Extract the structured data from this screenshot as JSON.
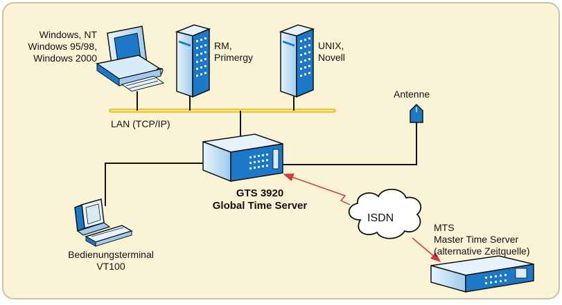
{
  "labels": {
    "windows": [
      "Windows, NT",
      "Windows 95/98,",
      "Windows 2000"
    ],
    "rm": [
      "RM,",
      "Primergy"
    ],
    "unix": [
      "UNIX,",
      "Novell"
    ],
    "antenne": "Antenne",
    "lan": "LAN (TCP/IP)",
    "gts": [
      "GTS 3920",
      "Global Time Server"
    ],
    "isdn": "ISDN",
    "mts": [
      "MTS",
      "Master Time Server",
      "(alternative Zeitquelle)"
    ],
    "terminal": [
      "Bedienungsterminal",
      "VT100"
    ]
  },
  "colors": {
    "background": "#faf3d6",
    "frame": "#c9c2a3",
    "lan_bus": "#e8c53a",
    "device_blue": "#1e78c8",
    "device_light": "#d8ecf8",
    "link_red": "#d23b3b"
  }
}
